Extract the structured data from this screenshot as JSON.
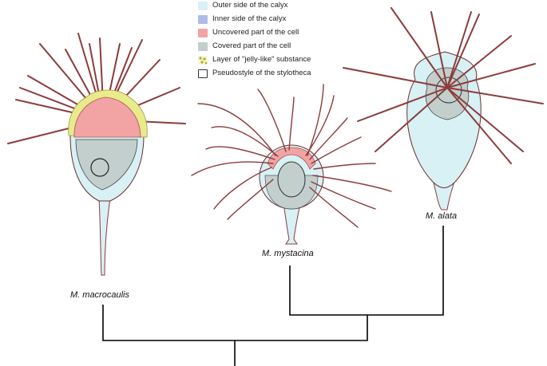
{
  "legend": [
    {
      "label": "Outer side of the calyx",
      "color": "#d7f1f5",
      "kind": "fill"
    },
    {
      "label": "Inner side of the calyx",
      "color": "#aebcea",
      "kind": "fill"
    },
    {
      "label": "Uncovered part of the cell",
      "color": "#f2a3a3",
      "kind": "fill"
    },
    {
      "label": "Covered part of the cell",
      "color": "#c2cfcd",
      "kind": "fill"
    },
    {
      "label": "Layer of \"jelly-like\" substance",
      "color": "#e9ea8a",
      "kind": "dots"
    },
    {
      "label": "Pseudostyle of the stylotheca",
      "color": "#ffffff",
      "kind": "outline"
    }
  ],
  "species": {
    "macrocaulis": "M. macrocaulis",
    "mystacina": "M. mystacina",
    "alata": "M. alata"
  },
  "colors": {
    "spine": "#8c3b3b",
    "calyx": "#d7f1f5",
    "uncovered": "#f2a3a3",
    "covered": "#c2cfcd",
    "jelly": "#e9ea8a",
    "tree": "#000000"
  }
}
